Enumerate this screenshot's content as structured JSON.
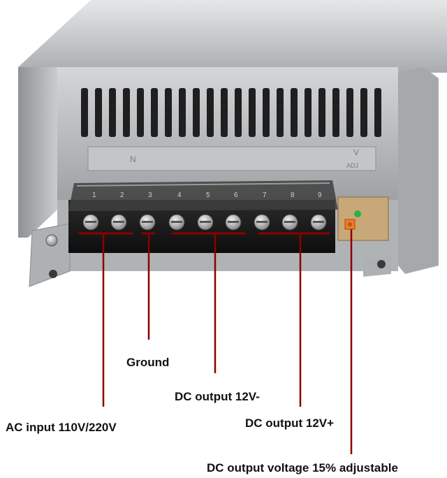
{
  "colors": {
    "leader_line": "#8b0000",
    "case_metal": "#b9bcbf",
    "terminal_block": "#1a1a1a",
    "label_text": "#111111"
  },
  "terminal_block": {
    "terminal_numbers": [
      "1",
      "2",
      "3",
      "4",
      "5",
      "6",
      "7",
      "8",
      "9"
    ]
  },
  "front_panel_marks": {
    "mark_1": "N",
    "mark_2": "V",
    "mark_3": "ADJ"
  },
  "labels": {
    "ground": "Ground",
    "dc_negative": "DC output 12V-",
    "ac_input": "AC input 110V/220V",
    "dc_positive": "DC output 12V+",
    "voltage_adjust": "DC output voltage 15% adjustable"
  }
}
